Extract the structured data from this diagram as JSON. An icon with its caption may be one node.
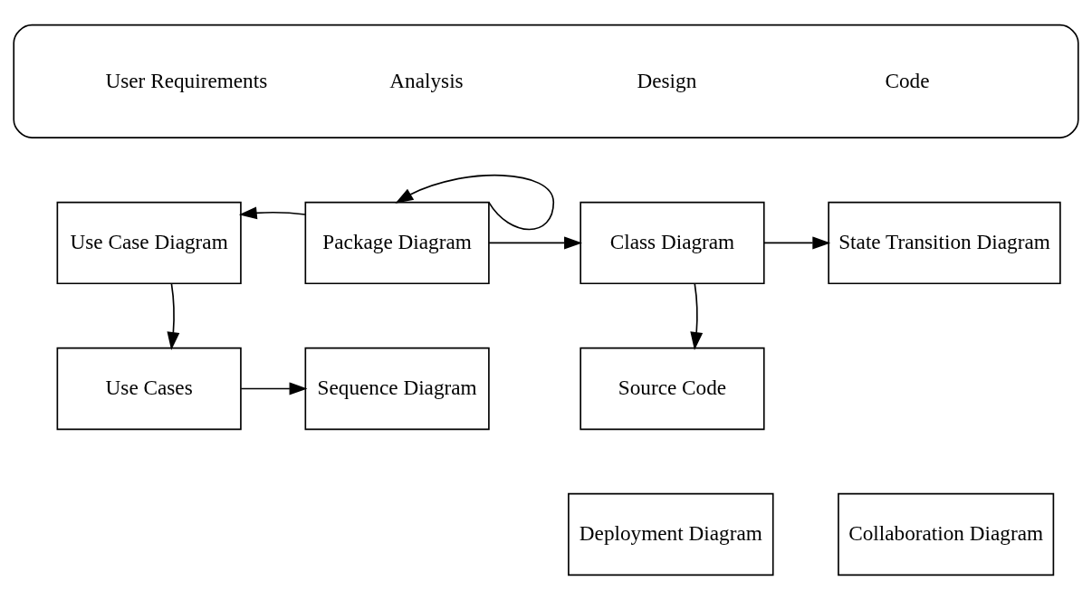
{
  "diagram": {
    "nodes": [
      {
        "text": [
          "User Requirements",
          "Analysis",
          "Design",
          "Code"
        ]
      },
      {
        "text": [
          "Use Case Diagram"
        ]
      },
      {
        "text": [
          "Package Diagram"
        ]
      },
      {
        "text": [
          "Class Diagram"
        ]
      },
      {
        "text": [
          "State Transition Diagram"
        ]
      },
      {
        "text": [
          "Use Cases"
        ]
      },
      {
        "text": [
          "Sequence Diagram"
        ]
      },
      {
        "text": [
          "Source Code"
        ]
      },
      {
        "text": [
          "Deployment Diagram"
        ]
      },
      {
        "text": [
          "Collaboration Diagram"
        ]
      }
    ],
    "edges": [
      {
        "from": 2,
        "to": 1,
        "arrow": "to"
      },
      {
        "from": 2,
        "to": 2,
        "arrow": "to"
      },
      {
        "from": 2,
        "to": 3,
        "arrow": "to"
      },
      {
        "from": 3,
        "to": 4,
        "arrow": "to"
      },
      {
        "from": 1,
        "to": 5,
        "arrow": "to"
      },
      {
        "from": 5,
        "to": 6,
        "arrow": "to"
      },
      {
        "from": 3,
        "to": 7,
        "arrow": "to"
      }
    ]
  }
}
